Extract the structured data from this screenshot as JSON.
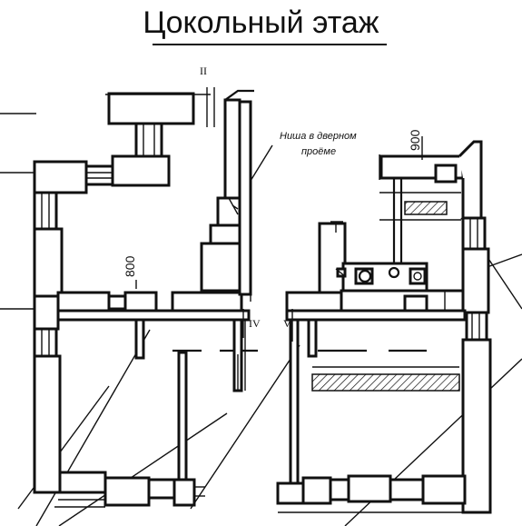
{
  "title": "Цокольный этаж",
  "axis_labels": {
    "ii": "II",
    "iv": "IV",
    "v": "V"
  },
  "dimensions": {
    "d900": "900",
    "d800": "800"
  },
  "note": {
    "line1": "Ниша в дверном",
    "line2": "проёме"
  }
}
